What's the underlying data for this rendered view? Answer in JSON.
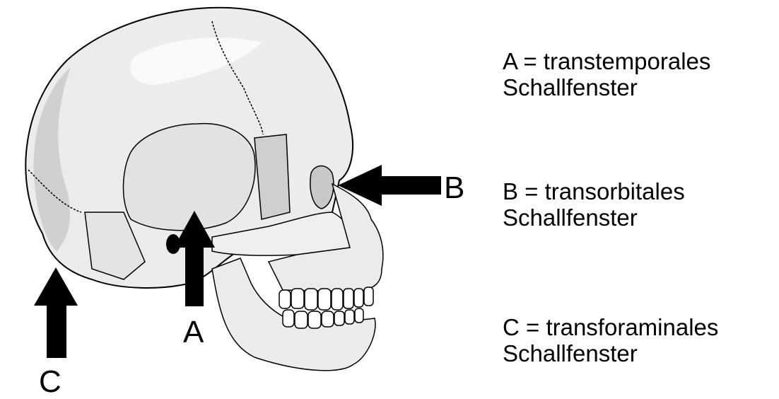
{
  "arrow_labels": {
    "a": "A",
    "b": "B",
    "c": "C"
  },
  "legend": [
    {
      "line1": "A = transtemporales",
      "line2": "Schallfenster"
    },
    {
      "line1": "B = transorbitales",
      "line2": "Schallfenster"
    },
    {
      "line1": "C = transforaminales",
      "line2": "Schallfenster"
    }
  ],
  "colors": {
    "bone": "#ededed",
    "bone_shadow": "#d2d2d2",
    "bone_highlight": "#fafafa",
    "outline": "#000000",
    "arrow": "#000000"
  }
}
